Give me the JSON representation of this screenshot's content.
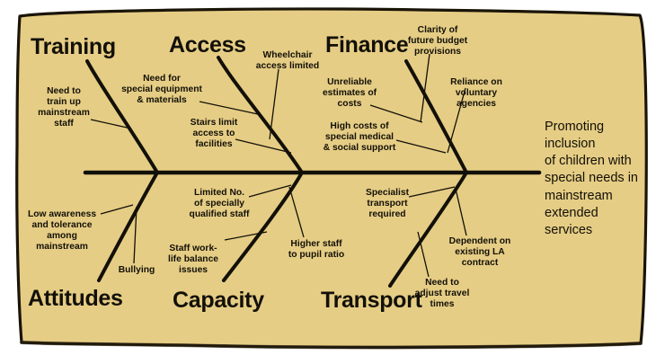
{
  "diagram": {
    "type": "fishbone",
    "title_effect": "Promoting\ninclusion\nof children with\nspecial needs in\nmainstream\nextended\nservices",
    "background_color": "#e6cd85",
    "line_color": "#121008",
    "border_color": "#1a1408"
  },
  "categories": [
    {
      "id": "training",
      "label": "Training",
      "position": "top"
    },
    {
      "id": "access",
      "label": "Access",
      "position": "top"
    },
    {
      "id": "finance",
      "label": "Finance",
      "position": "top"
    },
    {
      "id": "attitudes",
      "label": "Attitudes",
      "position": "bottom"
    },
    {
      "id": "capacity",
      "label": "Capacity",
      "position": "bottom"
    },
    {
      "id": "transport",
      "label": "Transport",
      "position": "bottom"
    }
  ],
  "causes": {
    "training": [
      "Need to\ntrain up\nmainstream\nstaff"
    ],
    "access": [
      "Need for\nspecial equipment\n& materials",
      "Stairs limit\naccess to\nfacilities",
      "Wheelchair\naccess limited"
    ],
    "finance": [
      "Unreliable\nestimates of\ncosts",
      "High costs of\nspecial medical\n& social support",
      "Clarity of\nfuture budget\nprovisions",
      "Reliance on\nvoluntary\nagencies"
    ],
    "attitudes": [
      "Low awareness\nand tolerance\namong\nmainstream",
      "Bullying"
    ],
    "capacity": [
      "Limited No.\nof specially\nqualified staff",
      "Higher staff\nto pupil ratio",
      "Staff work-\nlife balance\nissues"
    ],
    "transport": [
      "Specialist\ntransport\nrequired",
      "Dependent on\nexisting LA\ncontract",
      "Need to\nadjust travel\ntimes"
    ]
  }
}
